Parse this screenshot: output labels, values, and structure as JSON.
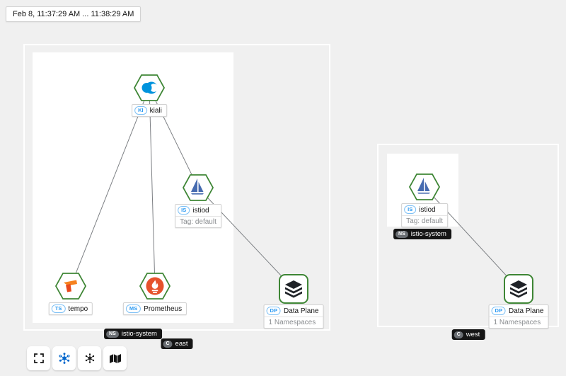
{
  "time_range": {
    "label": "Feb 8, 11:37:29 AM ... 11:38:29 AM"
  },
  "colors": {
    "background": "#f0f0f0",
    "node_border_green": "#3e8635",
    "type_badge_blue": "#2b9af3",
    "dark_badge_bg": "#151515",
    "edge_gray": "#7d8084",
    "active_toolbar_icon_blue": "#0066cc",
    "kiali_blue": "#0093dd",
    "istio_blue": "#466bb0",
    "tempo_orange": "#f6821f",
    "prometheus_orange": "#e6522c"
  },
  "clusters": {
    "east": {
      "cluster_badge": {
        "abbr": "C",
        "label": "east"
      },
      "namespace_badge": {
        "abbr": "NS",
        "label": "istio-system"
      },
      "nodes": {
        "kiali": {
          "type_abbr": "KI",
          "label": "kiali"
        },
        "istiod": {
          "type_abbr": "IS",
          "label": "istiod",
          "sub_label": "Tag: default"
        },
        "tempo": {
          "type_abbr": "TS",
          "label": "tempo"
        },
        "prometheus": {
          "type_abbr": "MS",
          "label": "Prometheus"
        },
        "data_plane": {
          "type_abbr": "DP",
          "label": "Data Plane",
          "sub_label": "1 Namespaces"
        }
      }
    },
    "west": {
      "cluster_badge": {
        "abbr": "C",
        "label": "west"
      },
      "namespace_badge": {
        "abbr": "NS",
        "label": "istio-system"
      },
      "nodes": {
        "istiod": {
          "type_abbr": "IS",
          "label": "istiod",
          "sub_label": "Tag: default"
        },
        "data_plane": {
          "type_abbr": "DP",
          "label": "Data Plane",
          "sub_label": "1 Namespaces"
        }
      }
    }
  },
  "toolbar": {
    "buttons": [
      {
        "name": "zoom-to-fit",
        "icon": "expand-icon",
        "active": false
      },
      {
        "name": "layout-graph",
        "icon": "network-graph-icon",
        "active": true
      },
      {
        "name": "layout-graph-alt",
        "icon": "network-graph-alt-icon",
        "active": false
      },
      {
        "name": "legend",
        "icon": "map-icon",
        "active": false
      }
    ]
  }
}
